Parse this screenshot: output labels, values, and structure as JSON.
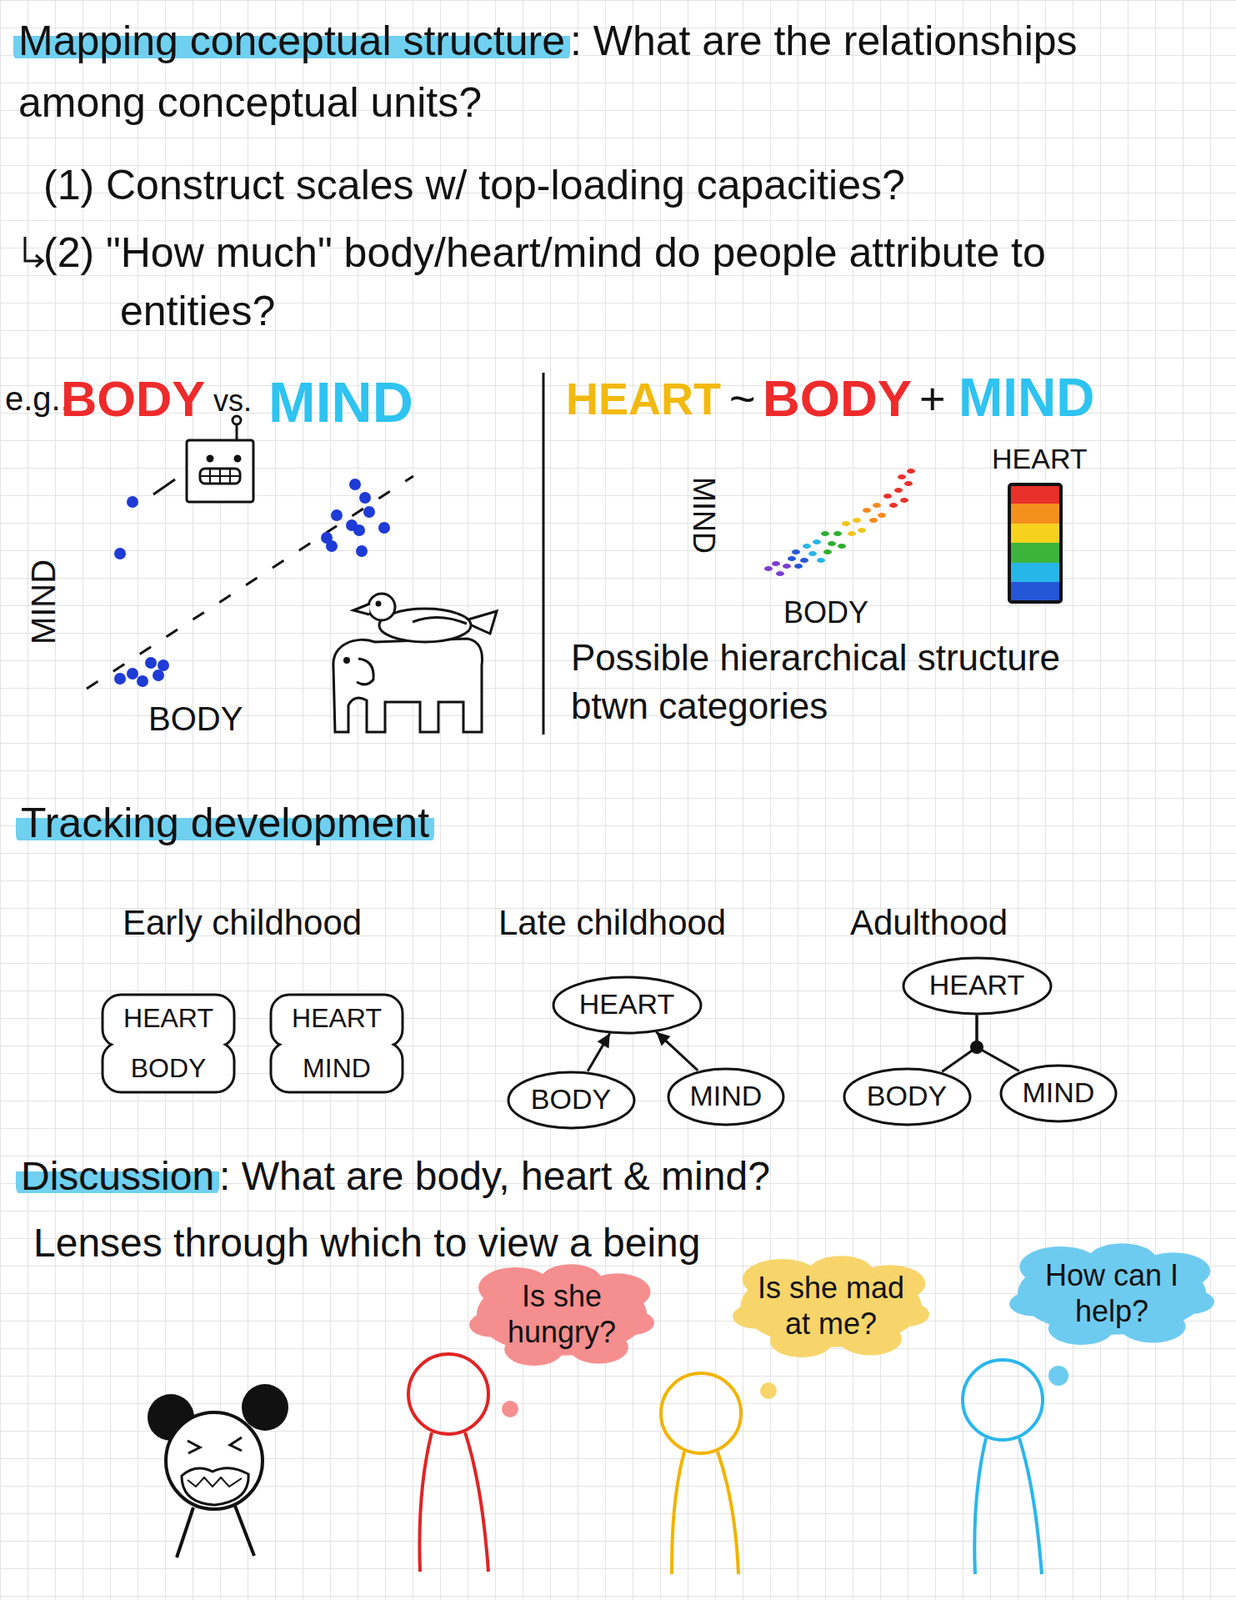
{
  "diagram": {
    "nodes": [
      {
        "text": [
          "HEART",
          "BODY"
        ]
      },
      {
        "text": [
          "HEART",
          "MIND"
        ]
      },
      {
        "text": [
          "HEART"
        ]
      },
      {
        "text": [
          "BODY"
        ]
      },
      {
        "text": [
          "MIND"
        ]
      },
      {
        "text": [
          "HEART"
        ]
      },
      {
        "text": [
          "BODY"
        ]
      },
      {
        "text": [
          "MIND"
        ]
      },
      {
        "text": [
          "Is she hungry?"
        ]
      },
      {
        "text": [
          "Is she mad at me?"
        ]
      },
      {
        "text": [
          "How can I help?"
        ]
      }
    ],
    "edges": [
      {
        "from": 3,
        "to": 2,
        "arrow": "to"
      },
      {
        "from": 4,
        "to": 2,
        "arrow": "to"
      },
      {
        "from": 6,
        "to": 5,
        "arrow": "none"
      },
      {
        "from": 7,
        "to": 5,
        "arrow": "none"
      }
    ],
    "labels": [
      "Mapping conceptual structure",
      ": What are the relationships among conceptual units?",
      "(1) Construct scales w/ top-loading capacities?",
      "(2) \"How much\" body/heart/mind do people attribute to entities?",
      "e.g.,",
      "BODY",
      "vs.",
      "MIND",
      "MIND",
      "BODY",
      "HEART",
      "~",
      "BODY",
      "+",
      "MIND",
      "MIND",
      "BODY",
      "HEART",
      "Possible hierarchical structure btwn categories",
      "Tracking development",
      "Early childhood",
      "Late childhood",
      "Adulthood",
      "Discussion",
      ": What are body, heart & mind?",
      "Lenses through which to view a being"
    ]
  }
}
